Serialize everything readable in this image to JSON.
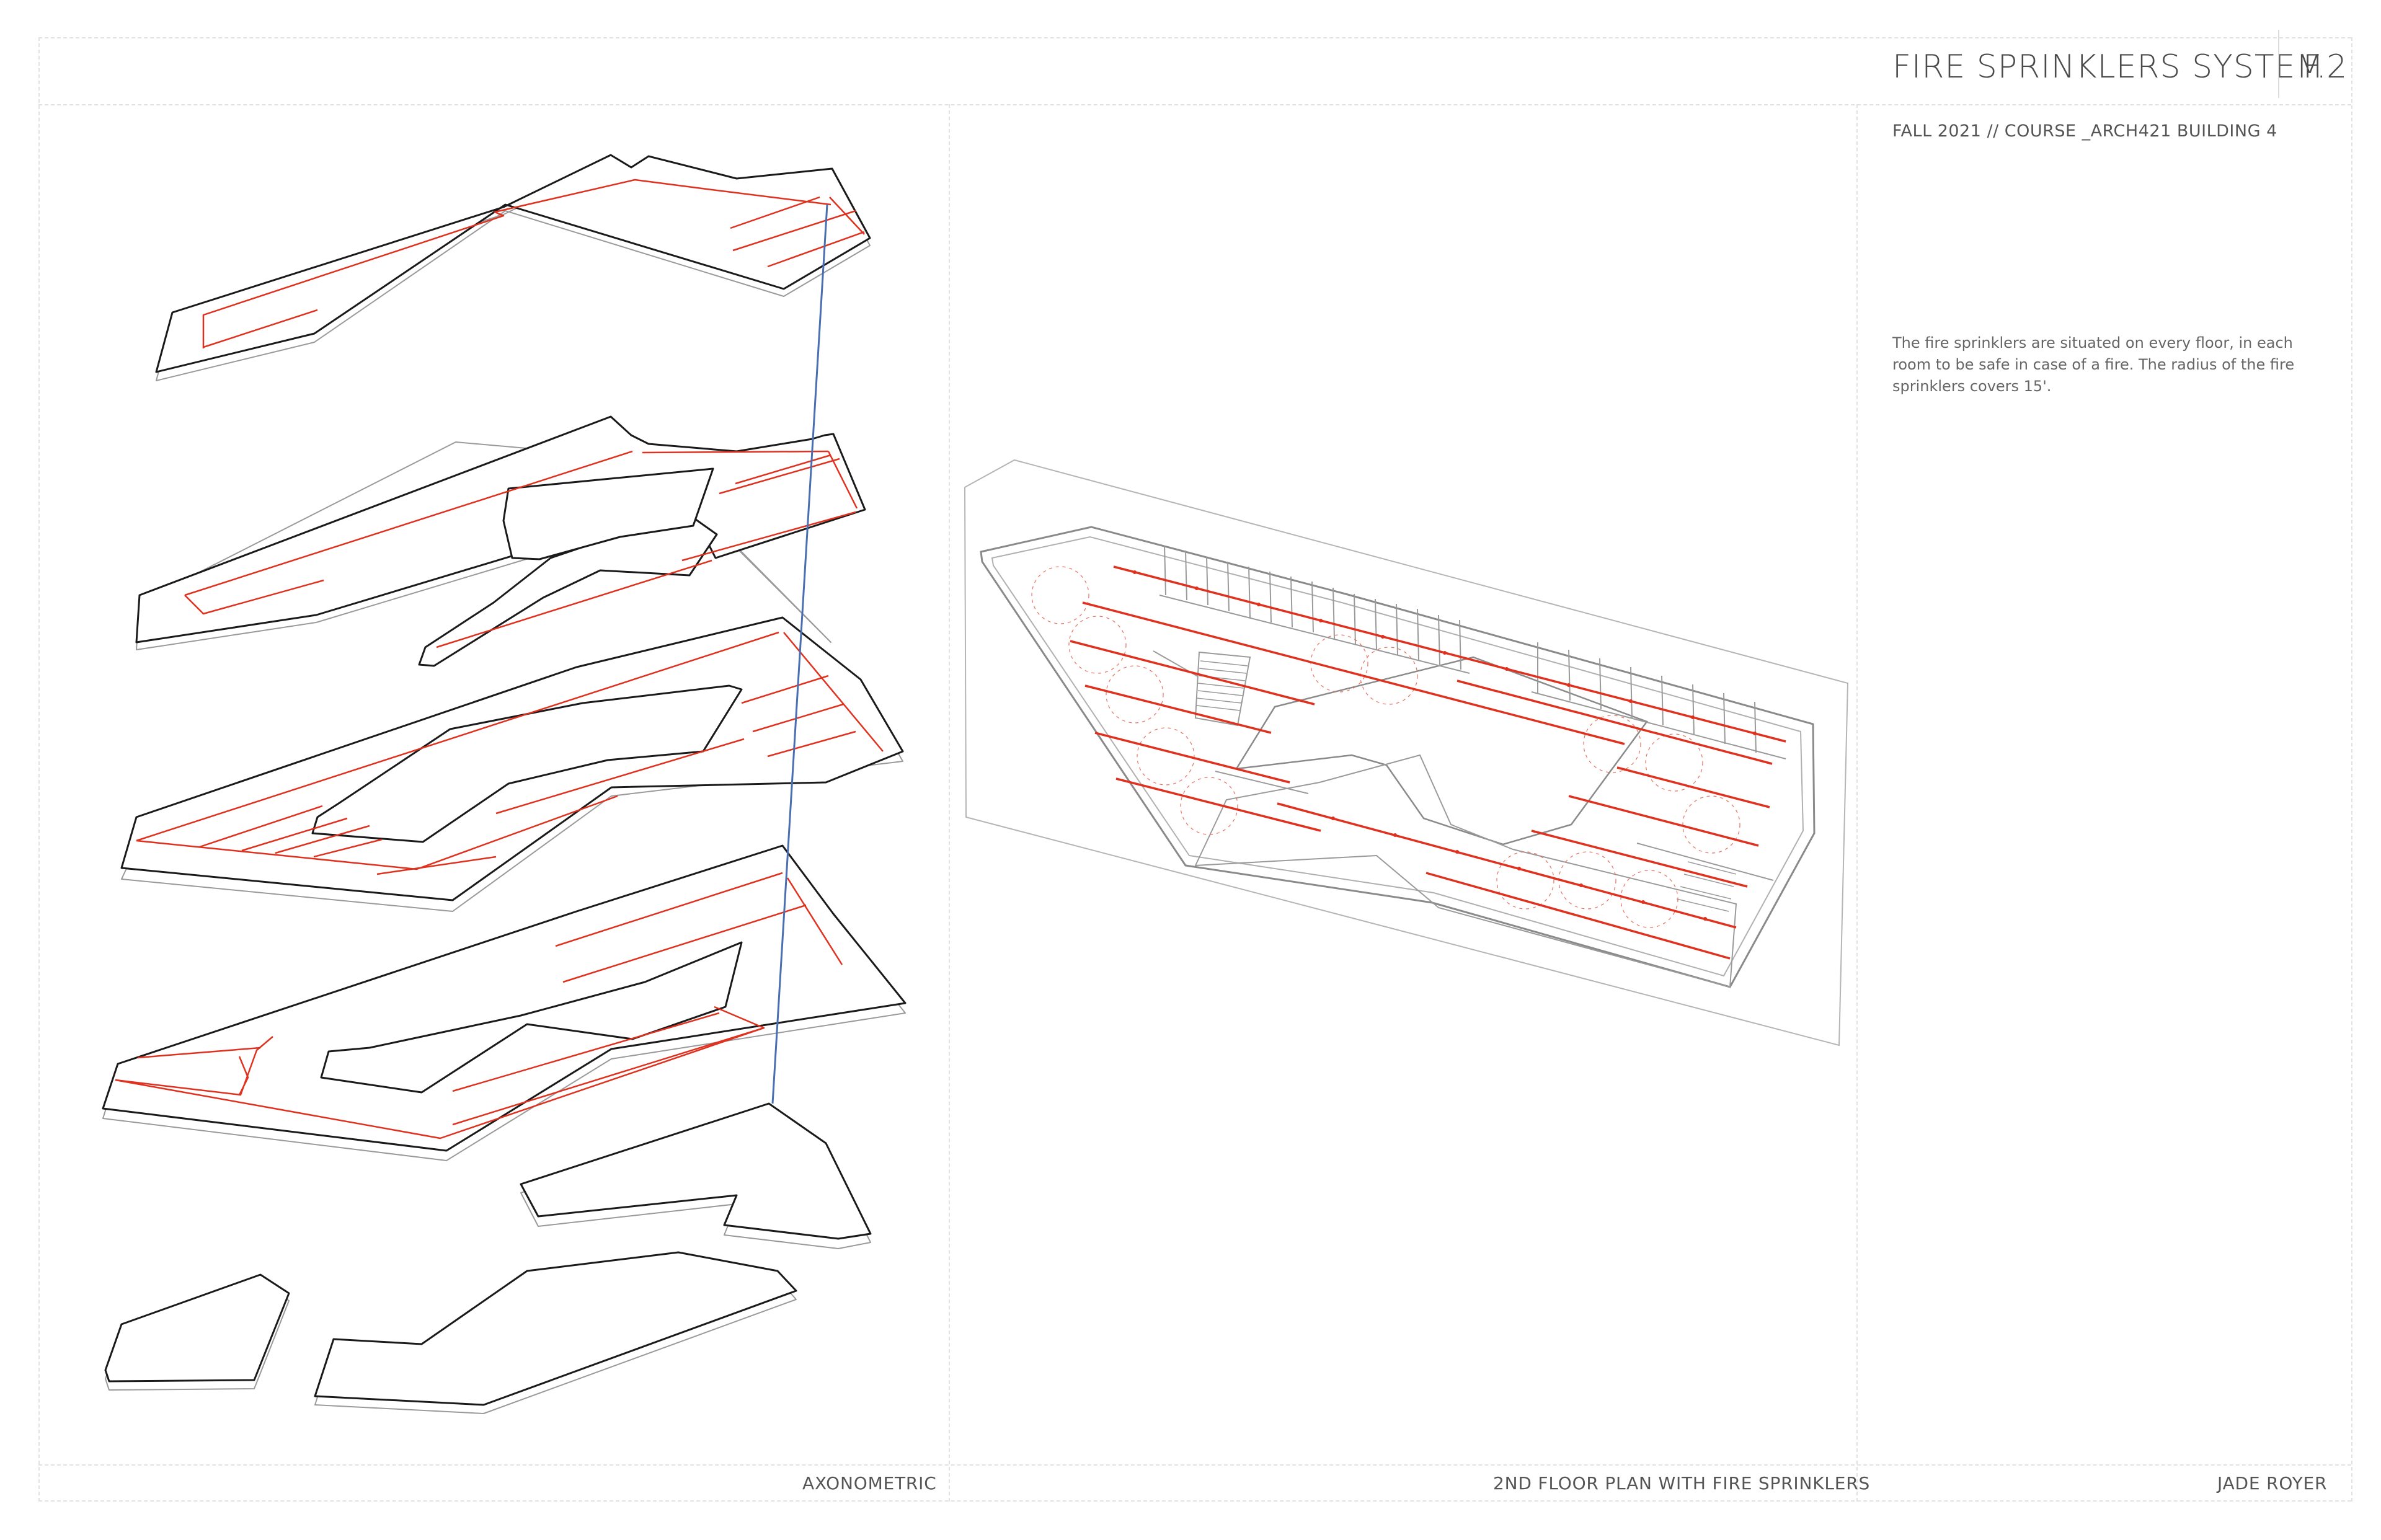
{
  "sheet": {
    "title": "FIRE SPRINKLERS SYSTEM",
    "number": "F.2",
    "subtitle": "FALL 2021 // COURSE _ARCH421 BUILDING 4",
    "description": "The fire sprinklers are situated on every floor, in each room to be safe in case of a fire. The radius of the fire sprinklers covers 15'."
  },
  "captions": {
    "axonometric": "AXONOMETRIC",
    "floor_plan": "2ND  FLOOR PLAN WITH FIRE SPRINKLERS",
    "author": "JADE ROYER"
  },
  "colors": {
    "outline": "#1a1a1a",
    "sprinkler": "#e0301e",
    "riser": "#4a6fb0",
    "plan_lines": "#8a8a8a"
  }
}
